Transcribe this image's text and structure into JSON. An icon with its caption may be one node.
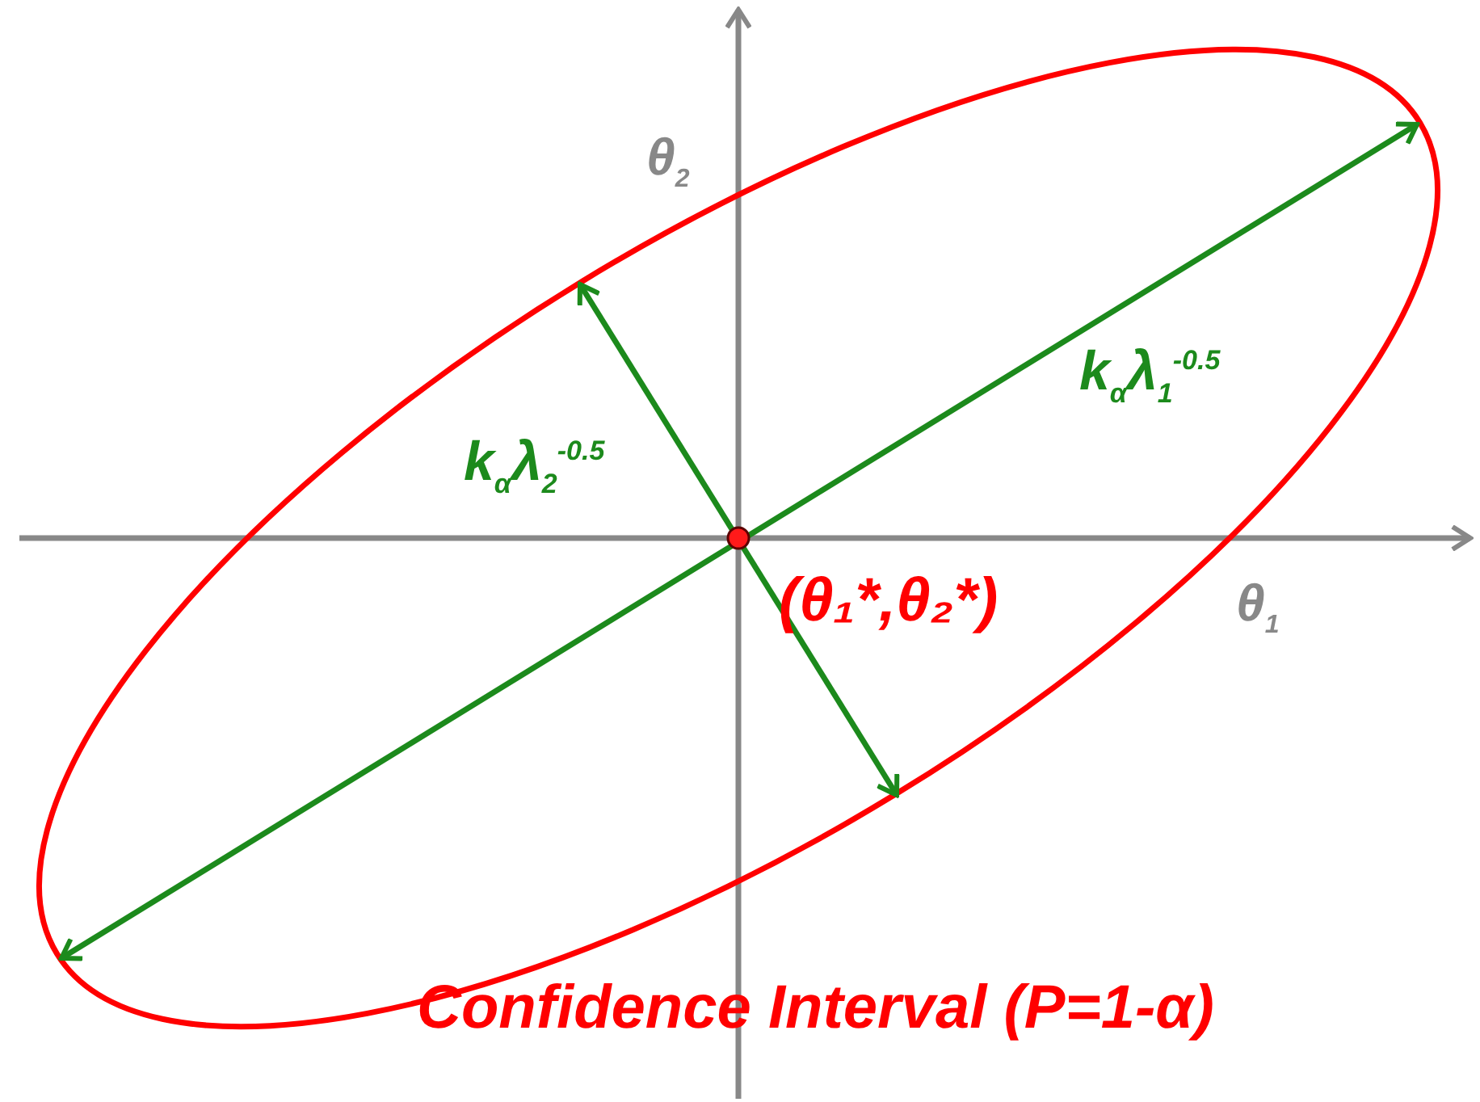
{
  "diagram": {
    "caption": "Confidence Interval (P=1-α)",
    "labels": [
      "θ$_{2}$",
      "k$_{α}$λ$_{1}$$^{-0.5}$",
      "k$_{α}$λ$_{2}$$^{-0.5}$",
      "θ$_{1}$",
      "(θ₁*,θ₂*)"
    ]
  }
}
